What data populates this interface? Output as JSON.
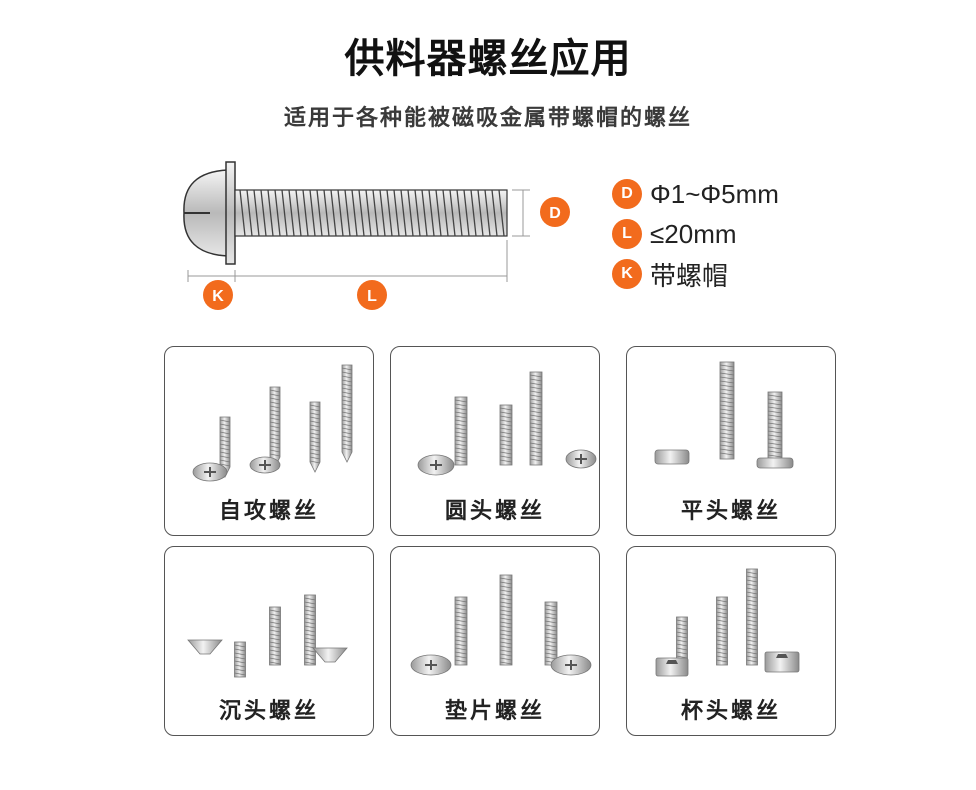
{
  "header": {
    "title": "供料器螺丝应用",
    "subtitle": "适用于各种能被磁吸金属带螺帽的螺丝"
  },
  "diagram": {
    "badge_k": "K",
    "badge_l": "L",
    "badge_d": "D"
  },
  "legend": {
    "items": [
      {
        "badge": "D",
        "text": "Φ1~Φ5mm"
      },
      {
        "badge": "L",
        "text": "≤20mm"
      },
      {
        "badge": "K",
        "text": "带螺帽"
      }
    ]
  },
  "colors": {
    "accent": "#f26b1d"
  },
  "cards": [
    {
      "label": "自攻螺丝",
      "icon": "self-tapping-screws-image"
    },
    {
      "label": "圆头螺丝",
      "icon": "round-head-screws-image"
    },
    {
      "label": "平头螺丝",
      "icon": "flat-head-screws-image"
    },
    {
      "label": "沉头螺丝",
      "icon": "countersunk-screws-image"
    },
    {
      "label": "垫片螺丝",
      "icon": "washer-head-screws-image"
    },
    {
      "label": "杯头螺丝",
      "icon": "socket-cap-screws-image"
    }
  ]
}
